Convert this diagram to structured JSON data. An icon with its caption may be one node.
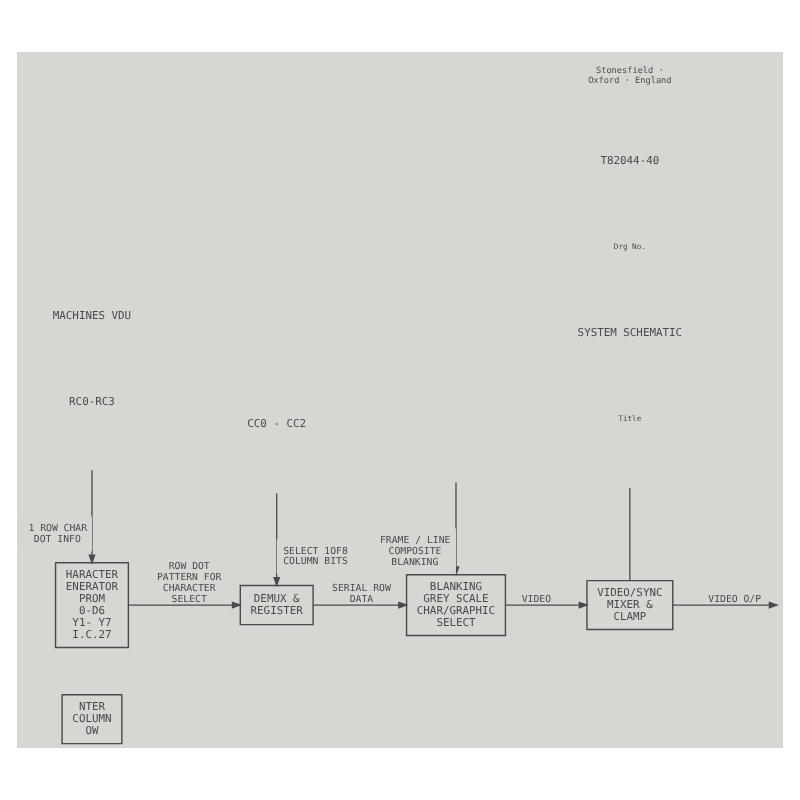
{
  "diagram": {
    "nodes": [
      {
        "text": [
          "NTER COLUMN OW"
        ]
      },
      {
        "text": [
          "BLANKING GREY SCALE CHAR/GRAPHIC SELECT"
        ]
      },
      {
        "text": [
          "VIDEO/SYNC MIXER & CLAMP"
        ]
      },
      {
        "text": [
          "DEMUX & REGISTER"
        ]
      },
      {
        "text": [
          "HARACTER ENERATOR PROM",
          "0-D6",
          "Y1- Y7",
          "I.C.27"
        ]
      }
    ],
    "edges": [
      {
        "from": null,
        "to": 1,
        "arrow": "to",
        "label": "FRAME / LINE COMPOSITE BLANKING"
      },
      {
        "from": 1,
        "to": 2,
        "arrow": "to",
        "label": "VIDEO"
      },
      {
        "from": 2,
        "to": null,
        "arrow": "to",
        "label": "VIDEO O/P"
      },
      {
        "from": null,
        "to": 2,
        "arrow": "none"
      },
      {
        "from": null,
        "to": 3,
        "arrow": "to",
        "label": "SELECT 1OF8 COLUMN BITS"
      },
      {
        "from": 3,
        "to": 1,
        "arrow": "to",
        "label": "SERIAL ROW DATA"
      },
      {
        "from": null,
        "to": 4,
        "arrow": "to",
        "label": "1 ROW CHAR DOT INFO"
      },
      {
        "from": 4,
        "to": 3,
        "arrow": "to",
        "label": "ROW DOT PATTERN FOR CHARACTER SELECT"
      }
    ],
    "labels": [
      "CC0 - CC2",
      "RC0-RC3",
      "Title",
      "SYSTEM SCHEMATIC",
      "Drg No.",
      "T82044-40",
      "MACHINES VDU",
      "Stonesfield · Oxford · England"
    ]
  }
}
